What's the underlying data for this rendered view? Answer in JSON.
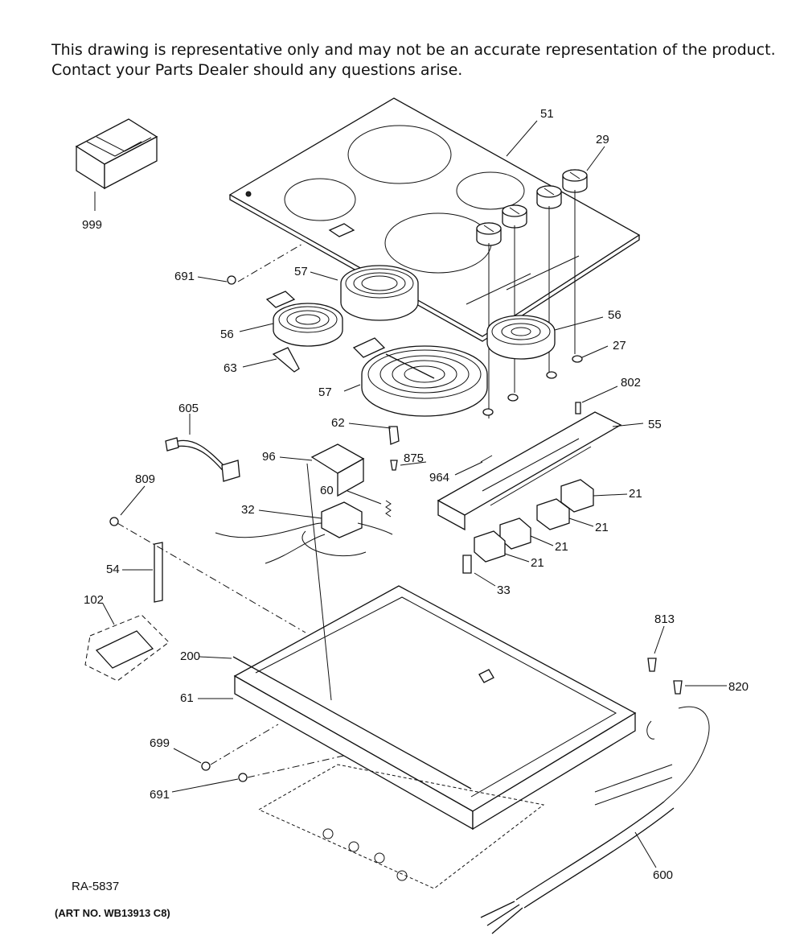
{
  "disclaimer": {
    "line1": "This drawing is representative only and may not be an accurate representation of the product.",
    "line2": "Contact your Parts Dealer should any questions arise."
  },
  "diagram_ref": "RA-5837",
  "art_number": "(ART NO. WB13913 C8)",
  "callouts": {
    "c51": "51",
    "c29": "29",
    "c999": "999",
    "c691a": "691",
    "c57a": "57",
    "c56a": "56",
    "c56b": "56",
    "c27": "27",
    "c63": "63",
    "c57b": "57",
    "c802": "802",
    "c55": "55",
    "c605": "605",
    "c62": "62",
    "c96": "96",
    "c875": "875",
    "c964": "964",
    "c809": "809",
    "c60": "60",
    "c21a": "21",
    "c32": "32",
    "c21b": "21",
    "c21c": "21",
    "c21d": "21",
    "c54": "54",
    "c33": "33",
    "c102": "102",
    "c813": "813",
    "c200": "200",
    "c820": "820",
    "c61": "61",
    "c699": "699",
    "c691b": "691",
    "c600": "600"
  }
}
